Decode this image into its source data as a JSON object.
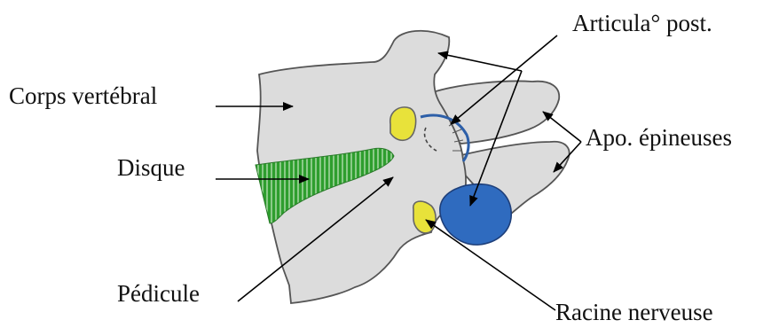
{
  "labels": {
    "corps": "Corps vertébral",
    "disque": "Disque",
    "pedicule": "Pédicule",
    "articula": "Articula° post.",
    "apo": "Apo. épineuses",
    "racine": "Racine nerveuse"
  },
  "colors": {
    "bone_fill": "#dcdcdc",
    "bone_stroke": "#555555",
    "disc": "#2e9e2e",
    "nerve_root": "#2f6bbf",
    "articular_facet": "#e8e23a",
    "capsule": "#2d5fa8",
    "arrow": "#000000"
  }
}
